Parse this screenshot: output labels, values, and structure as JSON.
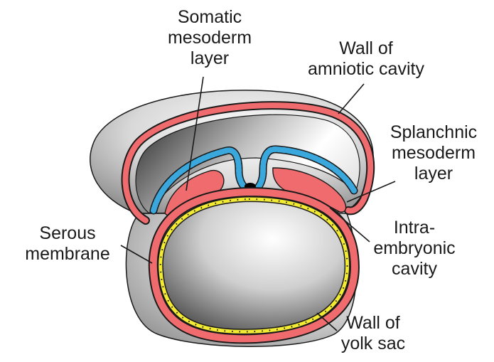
{
  "labels": {
    "somatic": [
      "Somatic",
      "mesoderm",
      "layer"
    ],
    "amniotic": [
      "Wall of",
      "amniotic cavity"
    ],
    "splanchnic": [
      "Splanchnic",
      "mesoderm",
      "layer"
    ],
    "serous": [
      "Serous",
      "membrane"
    ],
    "intra": [
      "Intra-",
      "embryonic",
      "cavity"
    ],
    "yolk": [
      "Wall of",
      "yolk sac"
    ]
  },
  "colors": {
    "mesoderm": "#ef6b6d",
    "ectoderm": "#3aa8dd",
    "endoderm": "#f2ea33",
    "notochord": "#000000",
    "outline": "#1a1a1a"
  }
}
